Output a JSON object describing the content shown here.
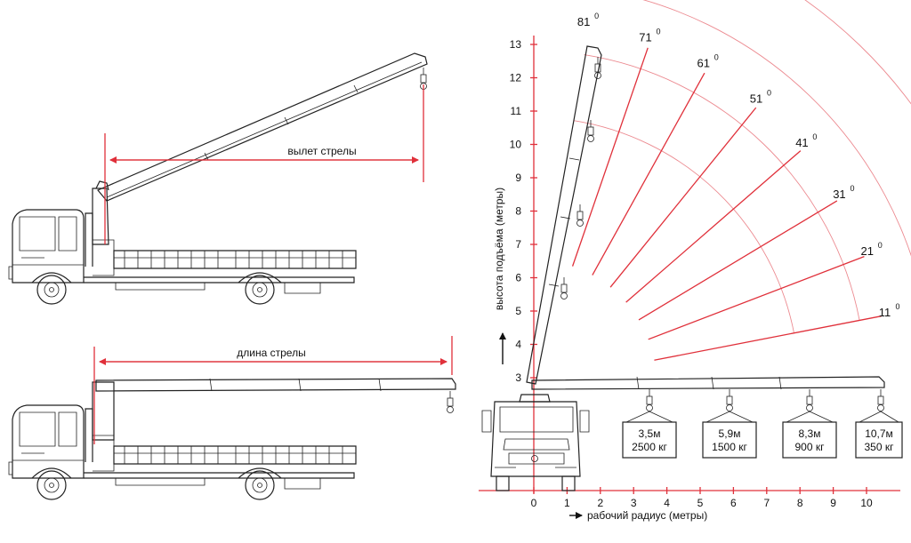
{
  "labels": {
    "boom_reach": "вылет стрелы",
    "boom_length": "длина стрелы",
    "y_axis": "высота подъёма (метры)",
    "x_axis": "рабочий радиус (метры)"
  },
  "angles": [
    "81",
    "71",
    "61",
    "51",
    "41",
    "31",
    "21",
    "11"
  ],
  "angle_sup": "0",
  "y_ticks": [
    "3",
    "4",
    "5",
    "6",
    "7",
    "8",
    "9",
    "10",
    "11",
    "12",
    "13"
  ],
  "x_ticks": [
    "0",
    "1",
    "2",
    "3",
    "4",
    "5",
    "6",
    "7",
    "8",
    "9",
    "10"
  ],
  "loads": [
    {
      "radius": "3,5м",
      "weight": "2500 кг"
    },
    {
      "radius": "5,9м",
      "weight": "1500 кг"
    },
    {
      "radius": "8,3м",
      "weight": "900 кг"
    },
    {
      "radius": "10,7м",
      "weight": "350 кг"
    }
  ]
}
